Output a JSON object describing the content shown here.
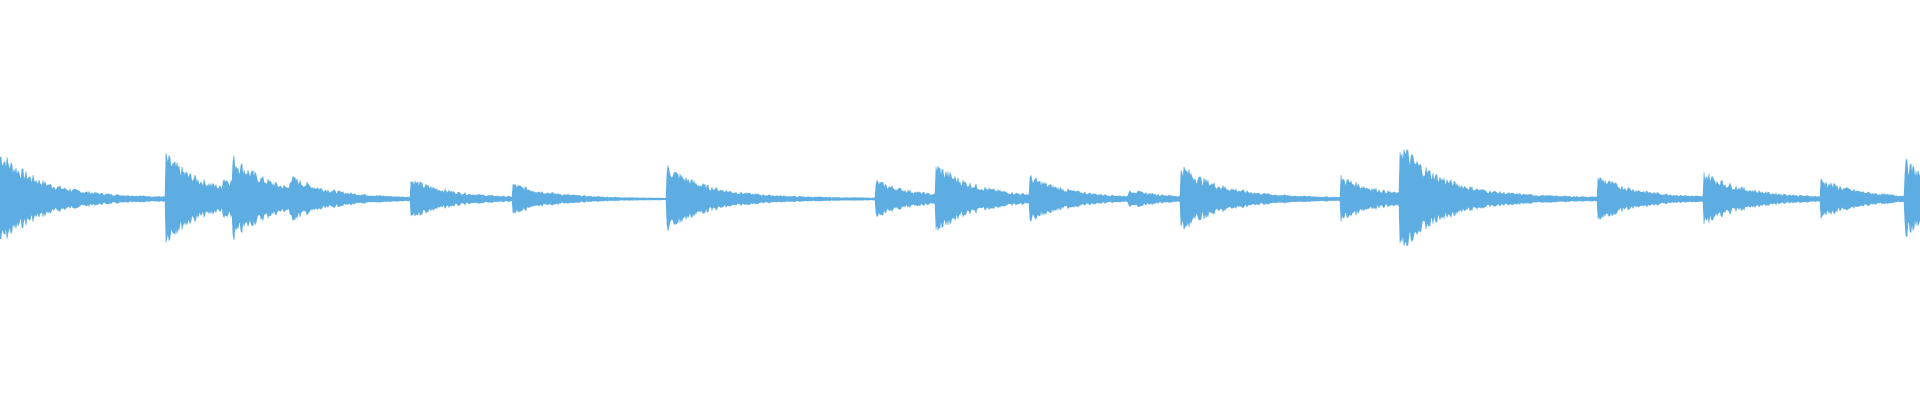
{
  "waveform": {
    "color": "#5dade2",
    "background": "#ffffff",
    "note_onsets_fraction": [
      0.0,
      0.086,
      0.116,
      0.121,
      0.151,
      0.214,
      0.267,
      0.347,
      0.456,
      0.487,
      0.536,
      0.588,
      0.615,
      0.698,
      0.729,
      0.832,
      0.887,
      0.948,
      0.992
    ],
    "note_peak_amplitude": [
      0.62,
      0.58,
      0.3,
      0.56,
      0.3,
      0.26,
      0.2,
      0.44,
      0.24,
      0.46,
      0.3,
      0.12,
      0.44,
      0.3,
      0.74,
      0.3,
      0.36,
      0.26,
      0.5,
      0.18
    ]
  }
}
